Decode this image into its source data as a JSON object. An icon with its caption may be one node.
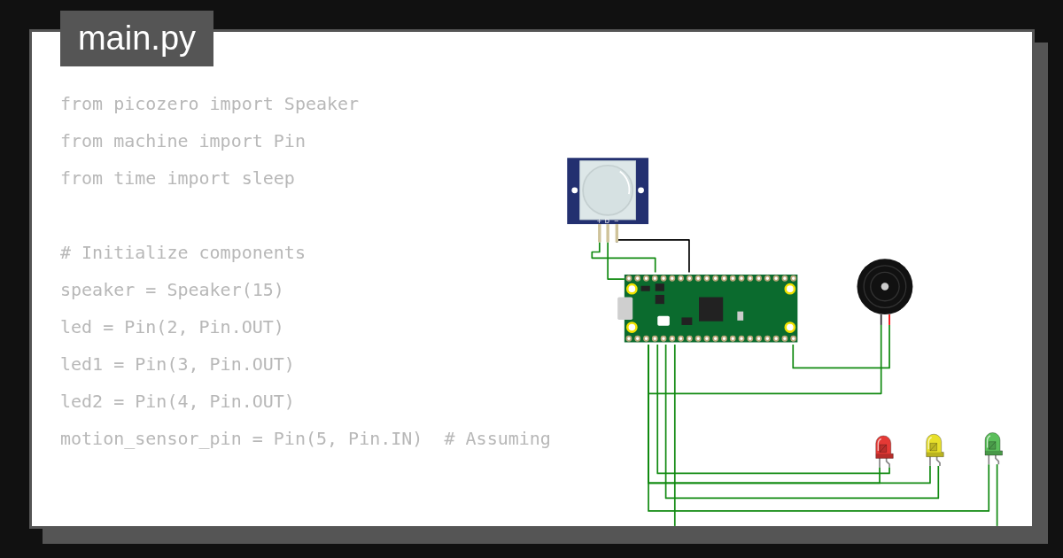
{
  "diagram": {
    "title": "main.py",
    "nodes": [
      {
        "text": [],
        "shape": "picture"
      },
      {
        "text": [],
        "shape": "picture"
      },
      {
        "text": [],
        "shape": "picture"
      },
      {
        "text": [],
        "shape": "picture"
      },
      {
        "text": [],
        "shape": "picture"
      },
      {
        "text": [],
        "shape": "picture"
      }
    ],
    "edges": [
      {
        "from": 0,
        "to": 1,
        "arrow": "none"
      },
      {
        "from": 0,
        "to": 1,
        "arrow": "none"
      },
      {
        "from": 0,
        "to": 1,
        "arrow": "none",
        "color": "#000000"
      },
      {
        "from": 1,
        "to": 2,
        "arrow": "none"
      },
      {
        "from": 1,
        "to": 2,
        "arrow": "none"
      },
      {
        "from": 1,
        "to": 3,
        "arrow": "none"
      },
      {
        "from": 1,
        "to": 3,
        "arrow": "none"
      },
      {
        "from": 1,
        "to": 4,
        "arrow": "none"
      },
      {
        "from": 1,
        "to": 4,
        "arrow": "none"
      },
      {
        "from": 1,
        "to": 5,
        "arrow": "none"
      },
      {
        "from": 5,
        "to": null,
        "arrow": "none"
      },
      {
        "from": 1,
        "to": null,
        "arrow": "none"
      }
    ],
    "labels": [
      "from picozero import Speaker",
      "from machine import Pin",
      "from time import sleep",
      "# Initialize components",
      "speaker = Speaker(15)",
      "led = Pin(2, Pin.OUT)",
      "led1 = Pin(3, Pin.OUT)",
      "led2 = Pin(4, Pin.OUT)",
      "motion_sensor_pin = Pin(5, Pin.IN)  # Assuming",
      "+",
      "D",
      "−"
    ]
  }
}
